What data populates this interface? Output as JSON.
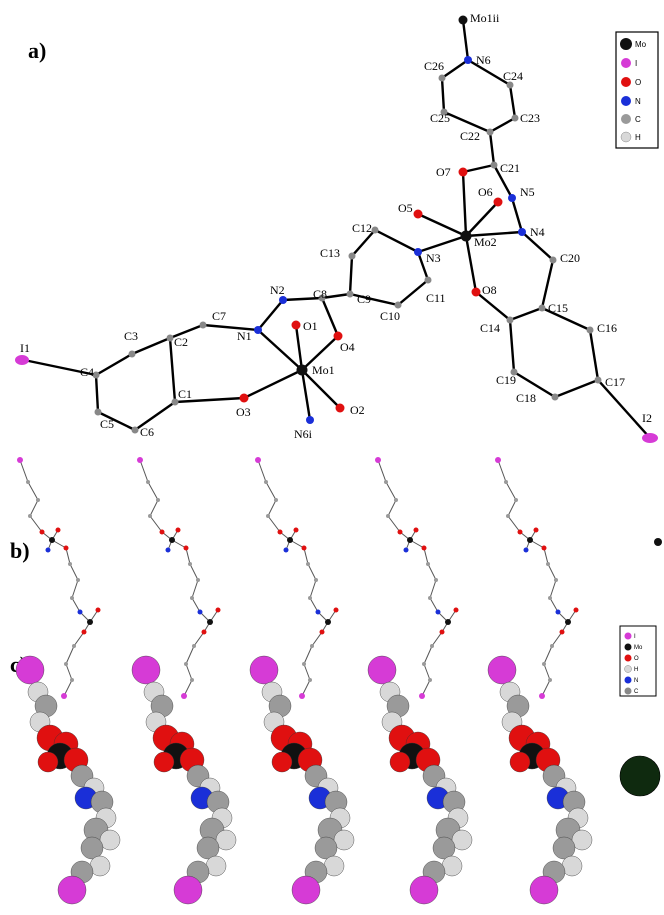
{
  "panels": {
    "a": "a)",
    "b": "b)",
    "c": "c)"
  },
  "colors": {
    "Mo": "#111111",
    "I": "#d63bd6",
    "O": "#e01010",
    "N": "#1a2fd8",
    "C": "#9a9a9a",
    "H": "#d8d8d8"
  },
  "legend_a": [
    "Mo",
    "I",
    "O",
    "N",
    "C",
    "H"
  ],
  "legend_c": [
    "I",
    "Mo",
    "O",
    "H",
    "N",
    "C"
  ],
  "atom_labels": {
    "Mo1ii": "Mo1ii",
    "N6": "N6",
    "C26": "C26",
    "C24": "C24",
    "C25": "C25",
    "C23": "C23",
    "C22": "C22",
    "C21": "C21",
    "O7": "O7",
    "O6": "O6",
    "N5": "N5",
    "O5": "O5",
    "Mo2": "Mo2",
    "N4": "N4",
    "C12": "C12",
    "C13": "C13",
    "N3": "N3",
    "C20": "C20",
    "O8": "O8",
    "C9": "C9",
    "C11": "C11",
    "C10": "C10",
    "C15": "C15",
    "N2": "N2",
    "C8": "C8",
    "C14": "C14",
    "C16": "C16",
    "C7": "C7",
    "N1": "N1",
    "O1": "O1",
    "O4": "O4",
    "C3": "C3",
    "C2": "C2",
    "I1": "I1",
    "C4": "C4",
    "Mo1": "Mo1",
    "C1": "C1",
    "O3": "O3",
    "O2": "O2",
    "C19": "C19",
    "C17": "C17",
    "C5": "C5",
    "C6": "C6",
    "N6i": "N6i",
    "C18": "C18",
    "I2": "I2"
  }
}
